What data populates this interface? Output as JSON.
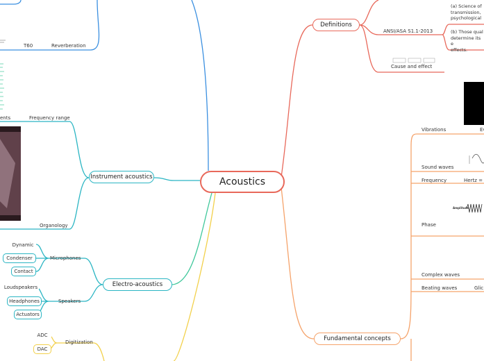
{
  "central": "Acoustics",
  "branches": {
    "definitions": "Definitions",
    "fundamental": "Fundamental concepts",
    "instrument": "Instrument acoustics",
    "electro": "Electro-acoustics"
  },
  "definitions": {
    "ansi": "ANSI/ASA S1.1-2013",
    "note_a": [
      "(a) Science of",
      "transmission,",
      "psychological"
    ],
    "note_b": [
      "(b) Those qual",
      "determine its e",
      "effects."
    ],
    "cause": "Cause and effect"
  },
  "fundamental": {
    "vibrations": "Vibrations",
    "vibrations_sub": "Ev",
    "sound_waves": "Sound waves",
    "frequency": "Frequency",
    "hertz": "Hertz = H",
    "phase": "Phase",
    "amplitude": "Amplitude",
    "complex": "Complex waves",
    "beating": "Beating waves",
    "beating_sub": "Glic"
  },
  "instrument": {
    "ents": "ents",
    "freq_range": "Frequency range",
    "organology": "Organology"
  },
  "electro": {
    "microphones": "Microphones",
    "mic_items": [
      "Dynamic",
      "Condenser",
      "Contact"
    ],
    "speakers": "Speakers",
    "spk_items": [
      "Loudspeakers",
      "Headphones",
      "Actuators"
    ]
  },
  "room": {
    "t60": "T60",
    "reverb": "Reverberation"
  },
  "digitization": {
    "label": "Digitization",
    "items": [
      "ADC",
      "DAC"
    ]
  },
  "colors": {
    "central": "#e8685a",
    "definitions": "#e8685a",
    "fundamental": "#f5a36b",
    "instrument": "#2ab5c3",
    "electro": "#2ab5c3",
    "room": "#3a8fe0",
    "digitization": "#f2d04a",
    "green": "#3ec79a"
  }
}
